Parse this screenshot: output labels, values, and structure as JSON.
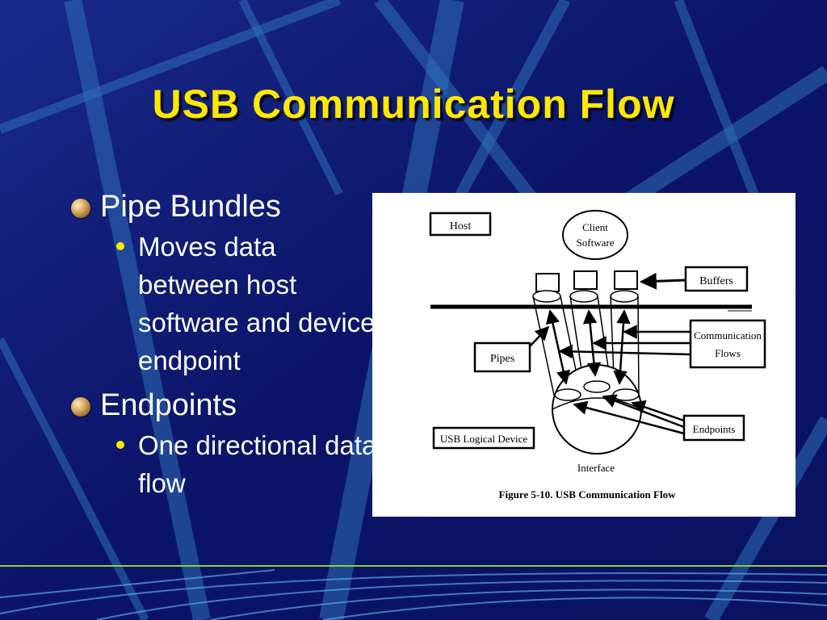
{
  "slide": {
    "title": "USB Communication Flow",
    "colors": {
      "background": "#0d1670",
      "title": "#ffe800",
      "body_text": "#ffffff",
      "sub_bullet": "#ffe800",
      "accent_line": "#8fcf3a"
    },
    "icons": {
      "level1_bullet": "orb-bullet-icon",
      "level2_bullet": "dot-bullet-icon"
    },
    "bullets": [
      {
        "text": "Pipe Bundles",
        "children": [
          {
            "text": "Moves data between host software and device endpoint"
          }
        ]
      },
      {
        "text": "Endpoints",
        "children": [
          {
            "text": "One directional data flow"
          }
        ]
      }
    ]
  },
  "figure": {
    "caption": "Figure 5-10.  USB Communication Flow",
    "labels": {
      "host": "Host",
      "client_software_1": "Client",
      "client_software_2": "Software",
      "buffers": "Buffers",
      "communication_flows_1": "Communication",
      "communication_flows_2": "Flows",
      "pipes": "Pipes",
      "endpoints": "Endpoints",
      "usb_logical_device": "USB Logical Device",
      "interface": "Interface"
    }
  }
}
